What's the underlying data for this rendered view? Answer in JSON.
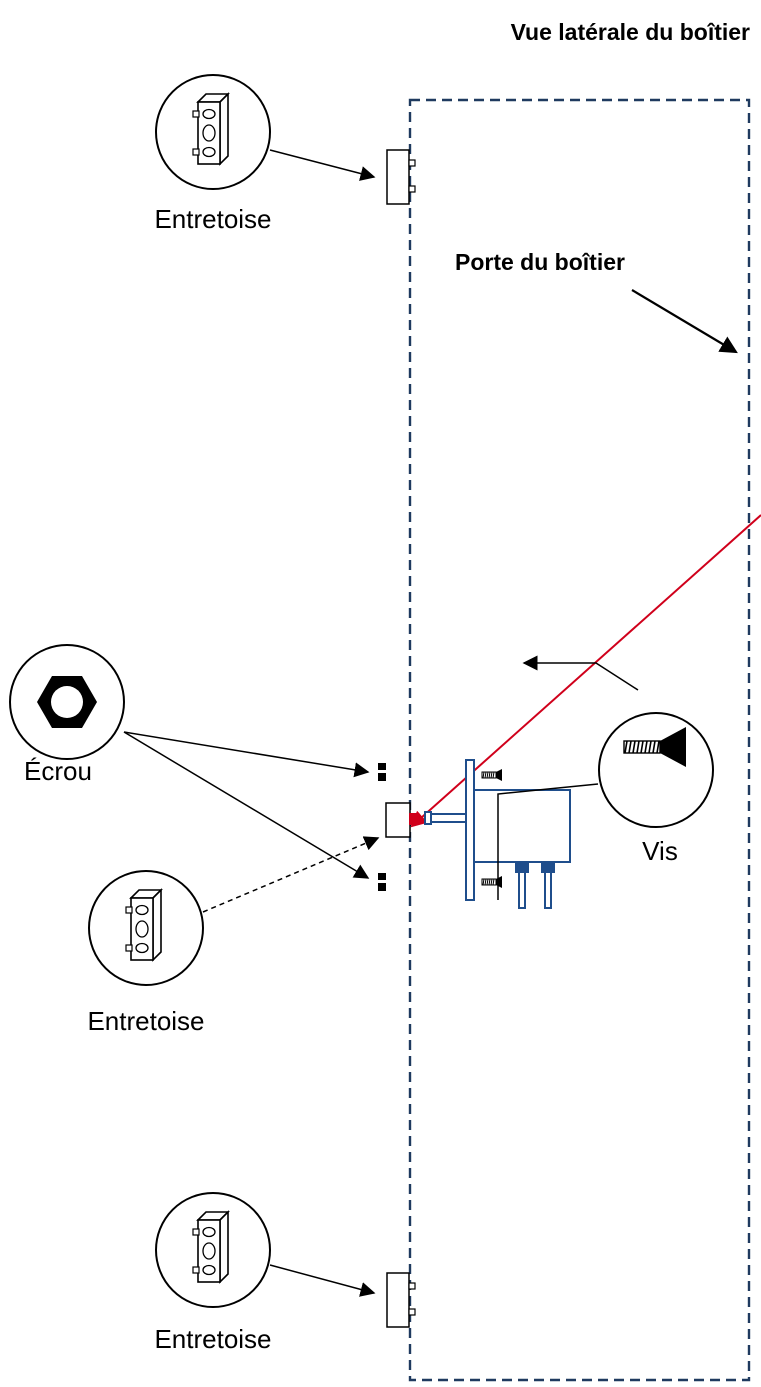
{
  "title": "Vue latérale du boîtier",
  "door_label": "Porte du boîtier",
  "labels": {
    "spacer_top": "Entretoise",
    "nut": "Écrou",
    "spacer_mid": "Entretoise",
    "screw": "Vis",
    "spacer_bottom": "Entretoise"
  },
  "colors": {
    "enclosure_outline": "#1f3a5f",
    "bracket": "#1f4e8c",
    "pointer": "#d0001b",
    "ink": "#000000"
  }
}
